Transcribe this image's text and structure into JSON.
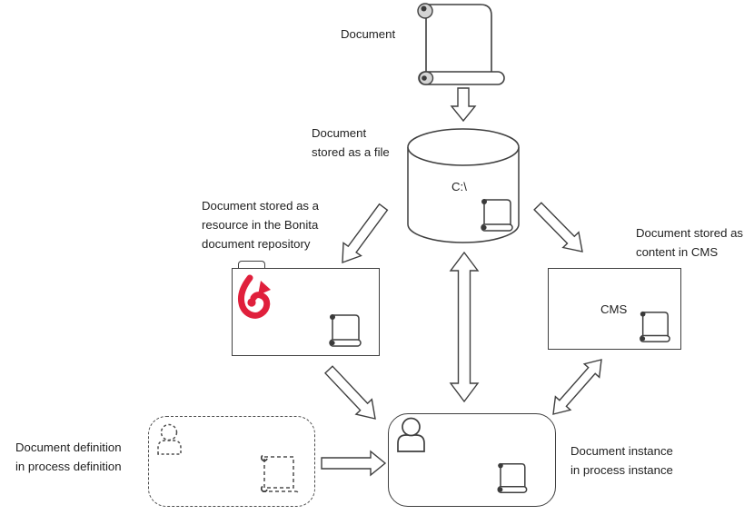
{
  "labels": {
    "document": "Document",
    "stored_as_file": "Document\nstored as a file",
    "stored_in_bonita": "Document stored as a\nresource in the Bonita\ndocument repository",
    "stored_in_cms": "Document stored as\ncontent in CMS",
    "document_instance": "Document instance\nin process instance",
    "document_definition": "Document definition\nin process definition",
    "c_drive": "C:\\",
    "cms": "CMS"
  },
  "icons": {
    "document": "scroll-icon",
    "file_store": "cylinder-drive-icon",
    "bonita": "bonita-logo-icon",
    "repository": "folder-icon",
    "user": "person-icon",
    "flow": "block-arrow-icon"
  },
  "colors": {
    "stroke": "#3f3f3f",
    "text": "#1f1f1f",
    "bonita_red": "#e0203c",
    "background": "#ffffff"
  }
}
